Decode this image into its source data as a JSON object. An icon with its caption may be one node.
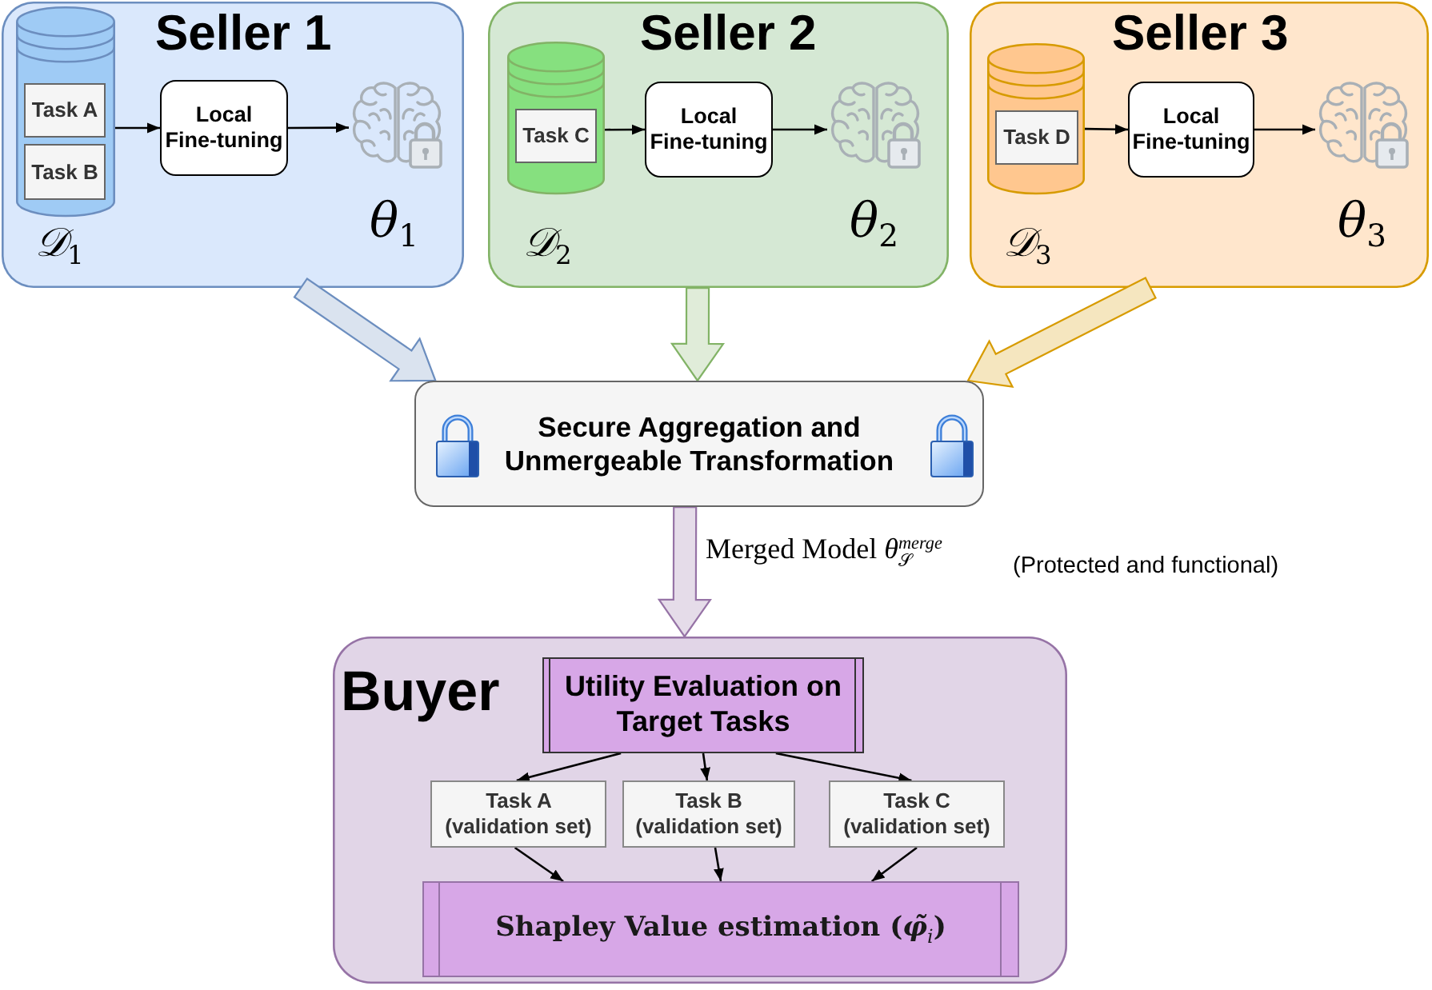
{
  "diagram": {
    "nodes": [
      {
        "text": [
          "Seller 1"
        ]
      },
      {
        "text": [],
        "shape": "cylinder",
        "in": 0,
        "beside": [
          "𝒟$_{1}$"
        ]
      },
      {
        "text": [
          "Task A"
        ],
        "in": 1
      },
      {
        "text": [
          "Task B"
        ],
        "in": 1
      },
      {
        "text": [
          "Local Fine-tuning"
        ],
        "in": 0
      },
      {
        "text": [],
        "shape": "picture",
        "in": 0,
        "beside": [
          "θ$_{1}$"
        ]
      },
      {
        "text": [
          "Seller 2"
        ]
      },
      {
        "text": [],
        "shape": "cylinder",
        "in": 6,
        "beside": [
          "𝒟$_{2}$"
        ]
      },
      {
        "text": [
          "Task C"
        ],
        "in": 7
      },
      {
        "text": [
          "Local Fine-tuning"
        ],
        "in": 6
      },
      {
        "text": [],
        "shape": "picture",
        "in": 6,
        "beside": [
          "θ$_{2}$"
        ]
      },
      {
        "text": [
          "Seller 3"
        ]
      },
      {
        "text": [],
        "shape": "cylinder",
        "in": 11,
        "beside": [
          "𝒟$_{3}$"
        ]
      },
      {
        "text": [
          "Task D"
        ],
        "in": 12
      },
      {
        "text": [
          "Local Fine-tuning"
        ],
        "in": 11
      },
      {
        "text": [],
        "shape": "picture",
        "in": 11,
        "beside": [
          "θ$_{3}$"
        ]
      },
      {
        "text": [
          "Secure Aggregation and Unmergeable Transformation"
        ]
      },
      {
        "text": [
          "Buyer"
        ]
      },
      {
        "text": [
          "Utility Evaluation on Target Tasks"
        ],
        "in": 17
      },
      {
        "text": [
          "Task A (validation set)"
        ],
        "in": 17
      },
      {
        "text": [
          "Task B (validation set)"
        ],
        "in": 17
      },
      {
        "text": [
          "Task C (validation set)"
        ],
        "in": 17
      },
      {
        "text": [
          "Shapley Value estimation (*φ̃*$_{i}$)"
        ],
        "in": 17
      }
    ],
    "edges": [
      {
        "from": 1,
        "to": 4,
        "arrow": "to"
      },
      {
        "from": 4,
        "to": 5,
        "arrow": "to"
      },
      {
        "from": 7,
        "to": 9,
        "arrow": "to"
      },
      {
        "from": 9,
        "to": 10,
        "arrow": "to"
      },
      {
        "from": 12,
        "to": 14,
        "arrow": "to"
      },
      {
        "from": 14,
        "to": 15,
        "arrow": "to"
      },
      {
        "from": 0,
        "to": 16,
        "arrow": "to",
        "style": "thick",
        "color": "#6c8ebf"
      },
      {
        "from": 6,
        "to": 16,
        "arrow": "to",
        "style": "thick",
        "color": "#82b366"
      },
      {
        "from": 11,
        "to": 16,
        "arrow": "to",
        "style": "thick",
        "color": "#d79b00"
      },
      {
        "from": 16,
        "to": 17,
        "arrow": "to",
        "style": "thick",
        "color": "#9673a6",
        "label": "Merged Model *θ*$_{𝒮}$$^{merge}$"
      },
      {
        "from": 18,
        "to": 19,
        "arrow": "to"
      },
      {
        "from": 18,
        "to": 20,
        "arrow": "to"
      },
      {
        "from": 18,
        "to": 21,
        "arrow": "to"
      },
      {
        "from": 19,
        "to": 22,
        "arrow": "to"
      },
      {
        "from": 20,
        "to": 22,
        "arrow": "to"
      },
      {
        "from": 21,
        "to": 22,
        "arrow": "to"
      }
    ],
    "labels": [
      "(Protected and functional)"
    ]
  }
}
